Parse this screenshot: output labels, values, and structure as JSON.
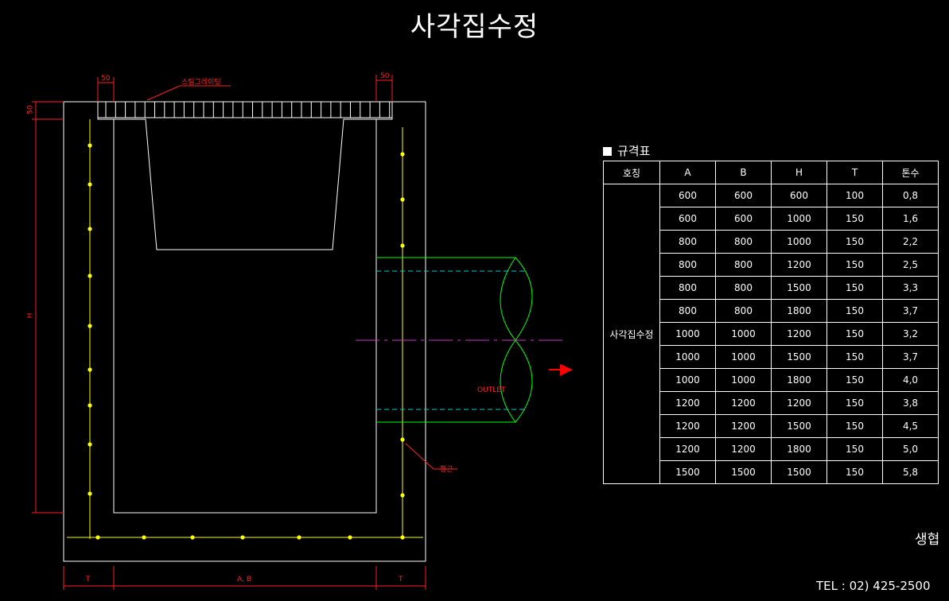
{
  "title": "사각집수정",
  "drawing": {
    "labels": {
      "grating": "스틸그레이팅",
      "dim_top_left": "50",
      "dim_top_right": "50",
      "dim_side_top": "50",
      "dim_h": "H",
      "outlet": "OUTLET",
      "rebar": "철근",
      "dim_bottom_t_left": "T",
      "dim_bottom_ab": "A, B",
      "dim_bottom_t_right": "T"
    },
    "colors": {
      "outline": "#ffffff",
      "rebar": "#ffff00",
      "pipe": "#00ff00",
      "pipe_hidden": "#00cccc",
      "centerline": "#cc33cc",
      "annotation": "#ff2020"
    }
  },
  "spec": {
    "heading": "규격표",
    "headers": [
      "호칭",
      "A",
      "B",
      "H",
      "T",
      "톤수"
    ],
    "group_name": "사각집수정",
    "rows": [
      [
        "600",
        "600",
        "600",
        "100",
        "0,8"
      ],
      [
        "600",
        "600",
        "1000",
        "150",
        "1,6"
      ],
      [
        "800",
        "800",
        "1000",
        "150",
        "2,2"
      ],
      [
        "800",
        "800",
        "1200",
        "150",
        "2,5"
      ],
      [
        "800",
        "800",
        "1500",
        "150",
        "3,3"
      ],
      [
        "800",
        "800",
        "1800",
        "150",
        "3,7"
      ],
      [
        "1000",
        "1000",
        "1200",
        "150",
        "3,2"
      ],
      [
        "1000",
        "1000",
        "1500",
        "150",
        "3,7"
      ],
      [
        "1000",
        "1000",
        "1800",
        "150",
        "4,0"
      ],
      [
        "1200",
        "1200",
        "1200",
        "150",
        "3,8"
      ],
      [
        "1200",
        "1200",
        "1500",
        "150",
        "4,5"
      ],
      [
        "1200",
        "1200",
        "1800",
        "150",
        "5,0"
      ],
      [
        "1500",
        "1500",
        "1500",
        "150",
        "5,8"
      ]
    ]
  },
  "company": "생협",
  "tel": "TEL : 02) 425-2500"
}
